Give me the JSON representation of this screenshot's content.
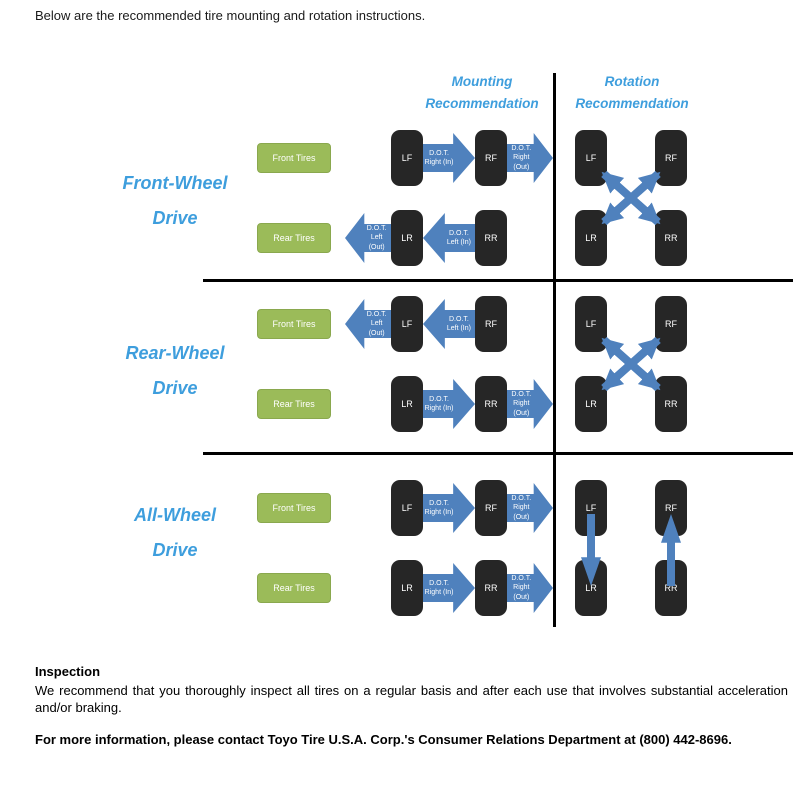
{
  "intro": "Below are the recommended tire mounting and rotation instructions.",
  "headers": {
    "mounting_line1": "Mounting",
    "mounting_line2": "Recommendation",
    "rotation_line1": "Rotation",
    "rotation_line2": "Recommendation"
  },
  "row_labels": {
    "front_wheel_line1": "Front-Wheel",
    "front_wheel_line2": "Drive",
    "rear_wheel_line1": "Rear-Wheel",
    "rear_wheel_line2": "Drive",
    "all_wheel_line1": "All-Wheel",
    "all_wheel_line2": "Drive"
  },
  "tire_groups": {
    "front": "Front Tires",
    "rear": "Rear Tires"
  },
  "tires": {
    "lf": "LF",
    "rf": "RF",
    "lr": "LR",
    "rr": "RR"
  },
  "arrows": {
    "right_in": "D.O.T. Right (In)",
    "right_out": "D.O.T. Right (Out)",
    "left_in": "D.O.T. Left (In)",
    "left_out": "D.O.T. Left (Out)"
  },
  "footer": {
    "inspection_heading": "Inspection",
    "inspection_body": "We recommend that you thoroughly inspect all tires on a regular basis and after each use that involves substantial acceleration and/or braking.",
    "contact": "For more information, please contact Toyo Tire U.S.A. Corp.'s Consumer Relations Department at (800) 442-8696."
  },
  "colors": {
    "label_blue": "#3e9edd",
    "arrow_blue": "#4f81bd",
    "tire_green": "#9bbb59",
    "tire_black": "#262626"
  }
}
